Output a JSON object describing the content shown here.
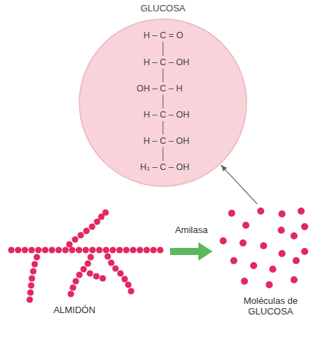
{
  "diagram": {
    "nodes": [
      {
        "text": [
          "GLUCOSA",
          "H – C = O",
          "H – C – OH",
          "OH – C – H",
          "H – C – OH",
          "H – C – OH",
          "H₂ – C – OH"
        ]
      },
      {
        "text": [
          "ALMIDÓN"
        ]
      },
      {
        "text": [
          "Moléculas de GLUCOSA"
        ]
      }
    ],
    "edges": [
      {
        "from": 1,
        "to": 2,
        "label": "Amilasa",
        "arrow": "to"
      },
      {
        "from": 2,
        "to": 0,
        "arrow": "to"
      }
    ]
  }
}
